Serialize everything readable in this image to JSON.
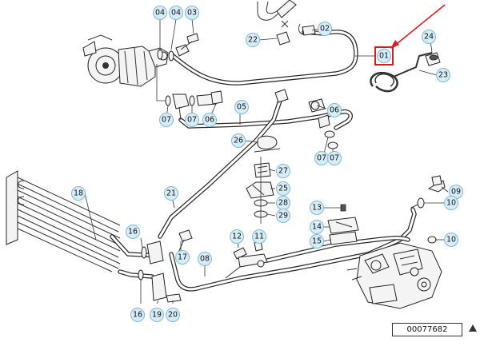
{
  "diagram": {
    "drawing_number": "00077682",
    "highlighted_part": "01",
    "callouts": [
      {
        "id": "c-04a",
        "label": "04"
      },
      {
        "id": "c-04b",
        "label": "04"
      },
      {
        "id": "c-03",
        "label": "03"
      },
      {
        "id": "c-22",
        "label": "22"
      },
      {
        "id": "c-02",
        "label": "02"
      },
      {
        "id": "c-01",
        "label": "01"
      },
      {
        "id": "c-24",
        "label": "24"
      },
      {
        "id": "c-23",
        "label": "23"
      },
      {
        "id": "c-05",
        "label": "05"
      },
      {
        "id": "c-07a",
        "label": "07"
      },
      {
        "id": "c-07b",
        "label": "07"
      },
      {
        "id": "c-06a",
        "label": "06"
      },
      {
        "id": "c-06b",
        "label": "06"
      },
      {
        "id": "c-26",
        "label": "26"
      },
      {
        "id": "c-07c",
        "label": "07"
      },
      {
        "id": "c-07d",
        "label": "07"
      },
      {
        "id": "c-27",
        "label": "27"
      },
      {
        "id": "c-25",
        "label": "25"
      },
      {
        "id": "c-28",
        "label": "28"
      },
      {
        "id": "c-29",
        "label": "29"
      },
      {
        "id": "c-18",
        "label": "18"
      },
      {
        "id": "c-21",
        "label": "21"
      },
      {
        "id": "c-09",
        "label": "09"
      },
      {
        "id": "c-10a",
        "label": "10"
      },
      {
        "id": "c-10b",
        "label": "10"
      },
      {
        "id": "c-13",
        "label": "13"
      },
      {
        "id": "c-14",
        "label": "14"
      },
      {
        "id": "c-15",
        "label": "15"
      },
      {
        "id": "c-12",
        "label": "12"
      },
      {
        "id": "c-11",
        "label": "11"
      },
      {
        "id": "c-16a",
        "label": "16"
      },
      {
        "id": "c-16b",
        "label": "16"
      },
      {
        "id": "c-17",
        "label": "17"
      },
      {
        "id": "c-08",
        "label": "08"
      },
      {
        "id": "c-19",
        "label": "19"
      },
      {
        "id": "c-20",
        "label": "20"
      }
    ]
  },
  "colors": {
    "callout_fill": "#d6ecf7",
    "callout_stroke": "#7fb9d9",
    "highlight": "#e01b1b",
    "line": "#2a2a2a"
  }
}
